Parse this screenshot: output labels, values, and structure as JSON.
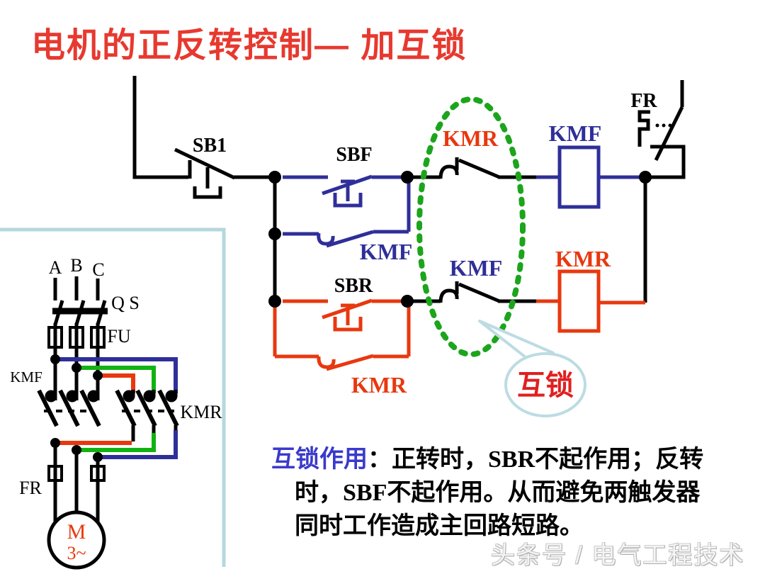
{
  "title": "电机的正反转控制— 加互锁",
  "colors": {
    "title_red": "#e7392f",
    "circuit_red": "#e8380f",
    "circuit_blue": "#2f2f99",
    "wire_green": "#12b212",
    "dotted_green": "#1ca51c",
    "frame_blue": "#b5d8dc",
    "bubble_stroke": "#bcdce2",
    "note_blue": "#3a3acc",
    "callout_red": "#e02020"
  },
  "control_circuit": {
    "labels": {
      "sb1": "SB1",
      "sbf": "SBF",
      "sbr": "SBR",
      "kmf_aux": "KMF",
      "kmr_aux": "KMR",
      "kmr_interlock": "KMR",
      "kmf_interlock": "KMF",
      "kmf_coil": "KMF",
      "kmr_coil": "KMR",
      "fr": "FR"
    }
  },
  "main_circuit": {
    "labels": {
      "phase_a": "A",
      "phase_b": "B",
      "phase_c": "C",
      "qs": "Q S",
      "fu": "FU",
      "kmf": "KMF",
      "kmr": "KMR",
      "fr": "FR",
      "motor_m": "M",
      "motor_3ph": "3~"
    }
  },
  "callout": {
    "text": "互锁"
  },
  "note": {
    "lead": "互锁作用",
    "line1": "：正转时，SBR不起作用；反转",
    "line2": "时，SBF不起作用。从而避免两触发器",
    "line3": "同时工作造成主回路短路。"
  },
  "watermark": "头条号 / 电气工程技术"
}
